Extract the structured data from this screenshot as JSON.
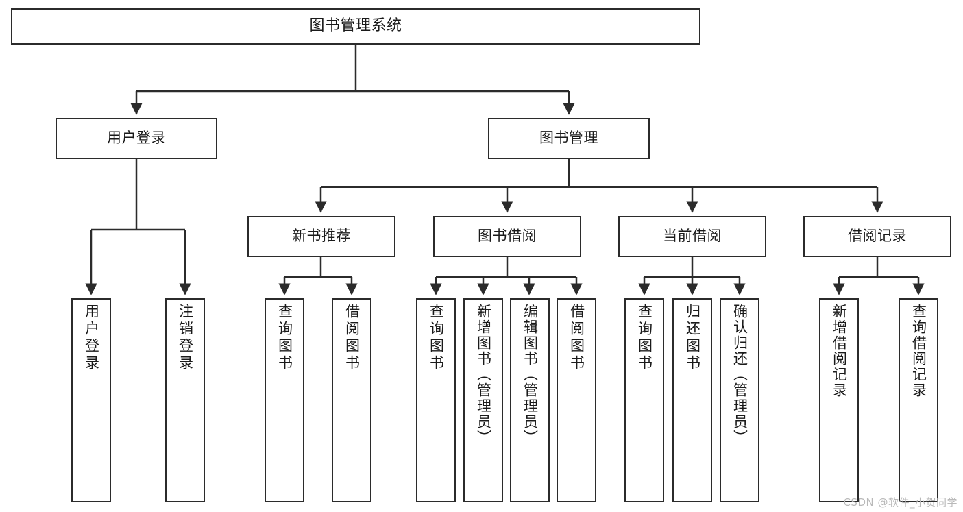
{
  "diagram": {
    "title": "图书管理系统",
    "watermark": "CSDN @软件_小贺同学",
    "line_color": "#2b2b2b",
    "box_fill": "#ffffff",
    "text_color": "#1a1a1a",
    "nodes": {
      "root": "图书管理系统",
      "user_login": "用户登录",
      "book_manage": "图书管理",
      "new_book_rec": "新书推荐",
      "book_borrow": "图书借阅",
      "current_borrow": "当前借阅",
      "borrow_record": "借阅记录",
      "leaf_user_login": "用户登录",
      "leaf_logout_login": "注销登录",
      "leaf_query_book_1": "查询图书",
      "leaf_borrow_book_1": "借阅图书",
      "leaf_query_book_2": "查询图书",
      "leaf_add_book_admin": "新增图书（管理员）",
      "leaf_edit_book_admin": "编辑图书（管理员）",
      "leaf_borrow_book_2": "借阅图书",
      "leaf_query_book_3": "查询图书",
      "leaf_return_book": "归还图书",
      "leaf_confirm_return_admin": "确认归还（管理员）",
      "leaf_add_borrow_record": "新增借阅记录",
      "leaf_query_borrow_record": "查询借阅记录"
    }
  }
}
